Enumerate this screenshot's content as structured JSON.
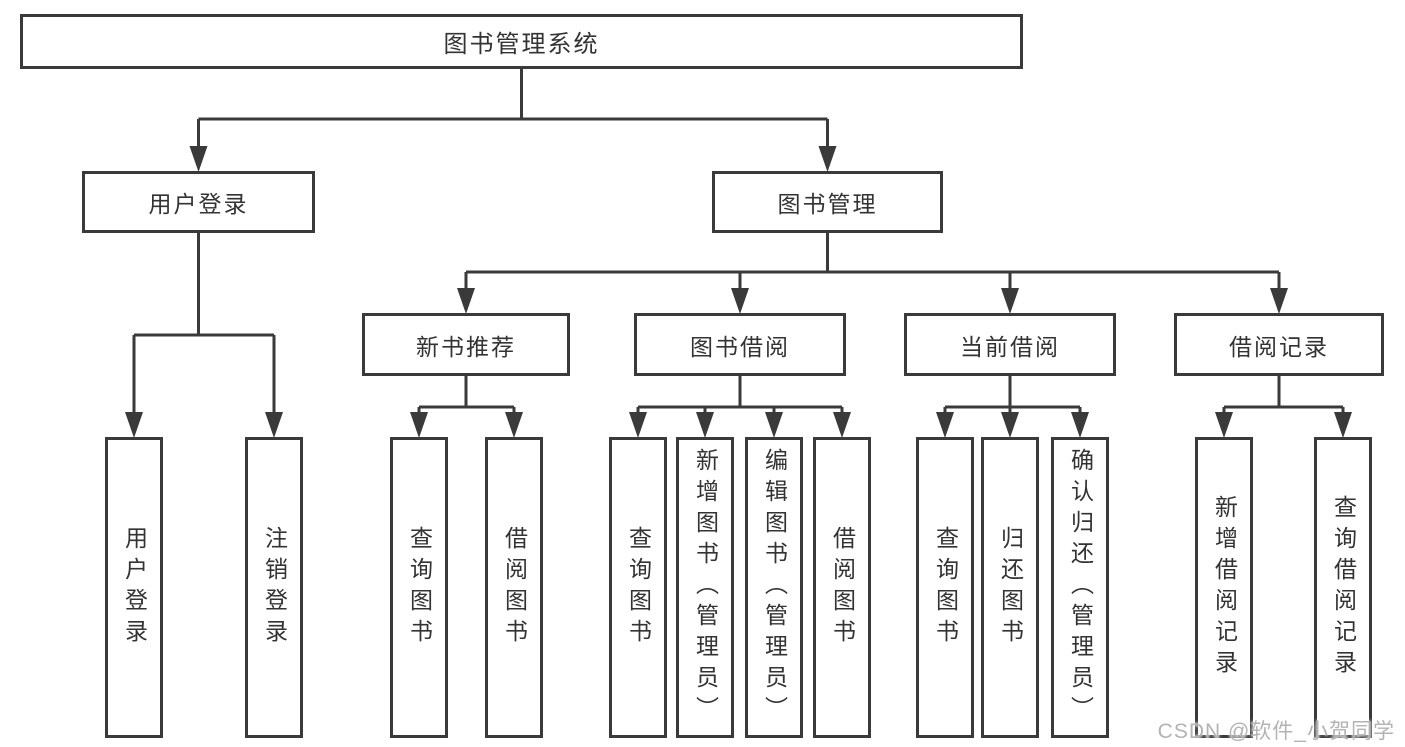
{
  "diagram": {
    "title": "图书管理系统",
    "colors": {
      "line": "#3a3a3a",
      "text": "#333333",
      "box_background": "#ffffff",
      "watermark": "#b3b3b3"
    },
    "nodes": [
      {
        "id": "library-system",
        "label": "图书管理系统",
        "orientation": "horizontal",
        "level": 1
      },
      {
        "id": "user-login",
        "label": "用户登录",
        "orientation": "horizontal",
        "level": 2
      },
      {
        "id": "book-management",
        "label": "图书管理",
        "orientation": "horizontal",
        "level": 2
      },
      {
        "id": "new-book-recommend",
        "label": "新书推荐",
        "orientation": "horizontal",
        "level": 3
      },
      {
        "id": "book-borrowing",
        "label": "图书借阅",
        "orientation": "horizontal",
        "level": 3
      },
      {
        "id": "current-borrowing",
        "label": "当前借阅",
        "orientation": "horizontal",
        "level": 3
      },
      {
        "id": "borrow-records",
        "label": "借阅记录",
        "orientation": "horizontal",
        "level": 3
      },
      {
        "id": "user-login-leaf",
        "label": "用户登录",
        "orientation": "vertical",
        "level": 4
      },
      {
        "id": "logout-leaf",
        "label": "注销登录",
        "orientation": "vertical",
        "level": 4
      },
      {
        "id": "query-books-1",
        "label": "查询图书",
        "orientation": "vertical",
        "level": 4
      },
      {
        "id": "borrow-books-1",
        "label": "借阅图书",
        "orientation": "vertical",
        "level": 4
      },
      {
        "id": "query-books-2",
        "label": "查询图书",
        "orientation": "vertical",
        "level": 4
      },
      {
        "id": "add-book-admin",
        "label": "新增图书（管理员）",
        "orientation": "vertical",
        "level": 4
      },
      {
        "id": "edit-book-admin",
        "label": "编辑图书（管理员）",
        "orientation": "vertical",
        "level": 4
      },
      {
        "id": "borrow-books-2",
        "label": "借阅图书",
        "orientation": "vertical",
        "level": 4
      },
      {
        "id": "query-books-3",
        "label": "查询图书",
        "orientation": "vertical",
        "level": 4
      },
      {
        "id": "return-books",
        "label": "归还图书",
        "orientation": "vertical",
        "level": 4
      },
      {
        "id": "confirm-return-admin",
        "label": "确认归还（管理员）",
        "orientation": "vertical",
        "level": 4
      },
      {
        "id": "add-borrow-record",
        "label": "新增借阅记录",
        "orientation": "vertical",
        "level": 4
      },
      {
        "id": "query-borrow-record",
        "label": "查询借阅记录",
        "orientation": "vertical",
        "level": 4
      }
    ],
    "edges": [
      {
        "parent": "library-system",
        "children": [
          "user-login",
          "book-management"
        ]
      },
      {
        "parent": "user-login",
        "children": [
          "user-login-leaf",
          "logout-leaf"
        ]
      },
      {
        "parent": "book-management",
        "children": [
          "new-book-recommend",
          "book-borrowing",
          "current-borrowing",
          "borrow-records"
        ]
      },
      {
        "parent": "new-book-recommend",
        "children": [
          "query-books-1",
          "borrow-books-1"
        ]
      },
      {
        "parent": "book-borrowing",
        "children": [
          "query-books-2",
          "add-book-admin",
          "edit-book-admin",
          "borrow-books-2"
        ]
      },
      {
        "parent": "current-borrowing",
        "children": [
          "query-books-3",
          "return-books",
          "confirm-return-admin"
        ]
      },
      {
        "parent": "borrow-records",
        "children": [
          "add-borrow-record",
          "query-borrow-record"
        ]
      }
    ],
    "watermark": "CSDN @软件_小贺同学"
  }
}
